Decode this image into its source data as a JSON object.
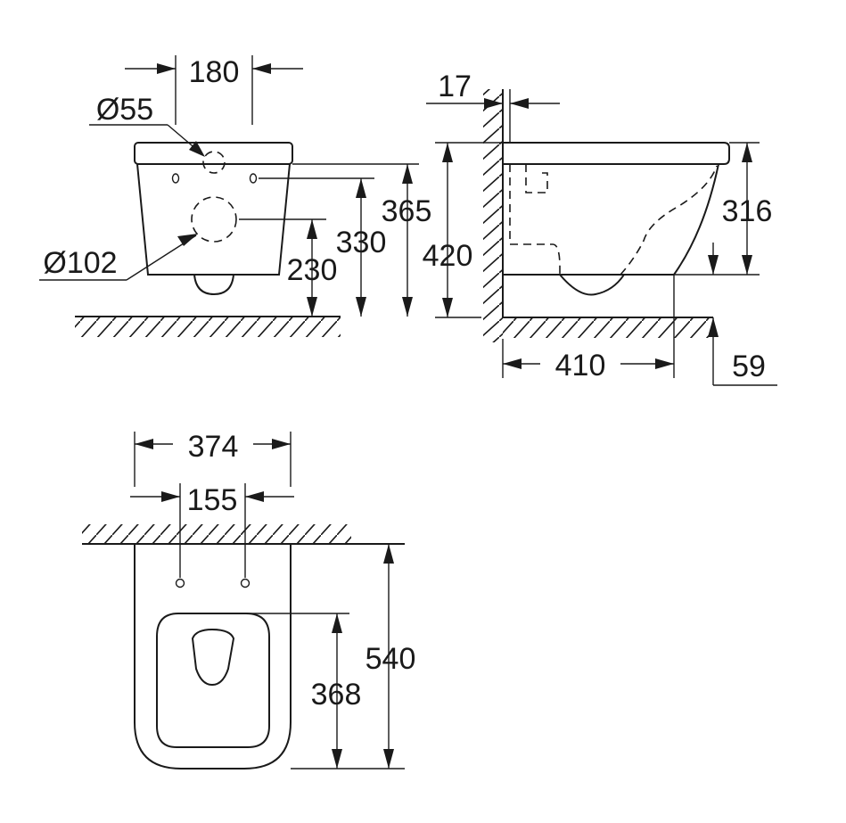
{
  "front_view": {
    "dims": {
      "outlet_spacing": "180",
      "inlet_diameter": "Ø55",
      "outlet_diameter": "Ø102",
      "height_top": "365",
      "height_inlet": "330",
      "height_outlet": "230"
    }
  },
  "side_view": {
    "dims": {
      "wall_offset": "17",
      "total_height": "420",
      "bowl_height": "316",
      "projection": "410",
      "floor_gap": "59"
    }
  },
  "plan_view": {
    "dims": {
      "width": "374",
      "bolt_spacing": "155",
      "length": "540",
      "seat_length": "368"
    }
  }
}
